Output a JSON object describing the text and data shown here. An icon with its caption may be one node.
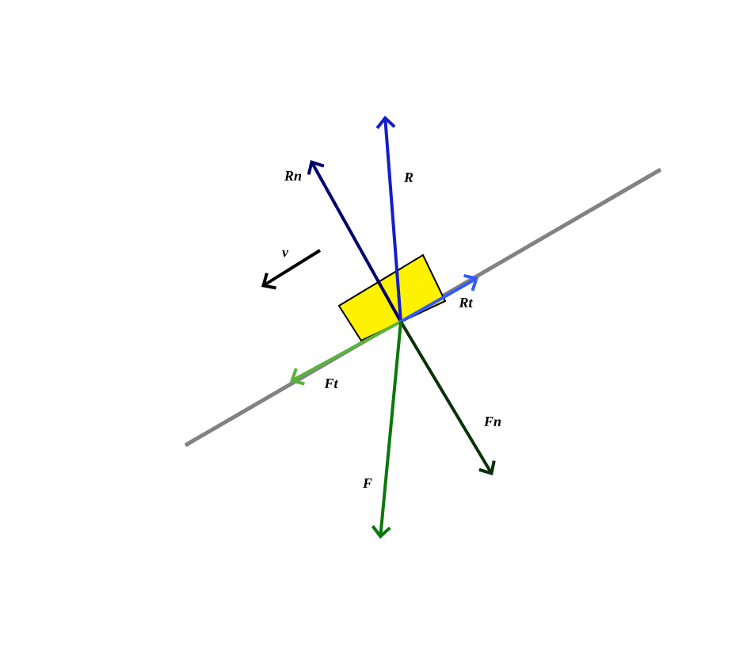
{
  "diagram": {
    "labels": [
      "Rn",
      "R",
      "v",
      "Rt",
      "Ft",
      "Fn",
      "F"
    ]
  }
}
